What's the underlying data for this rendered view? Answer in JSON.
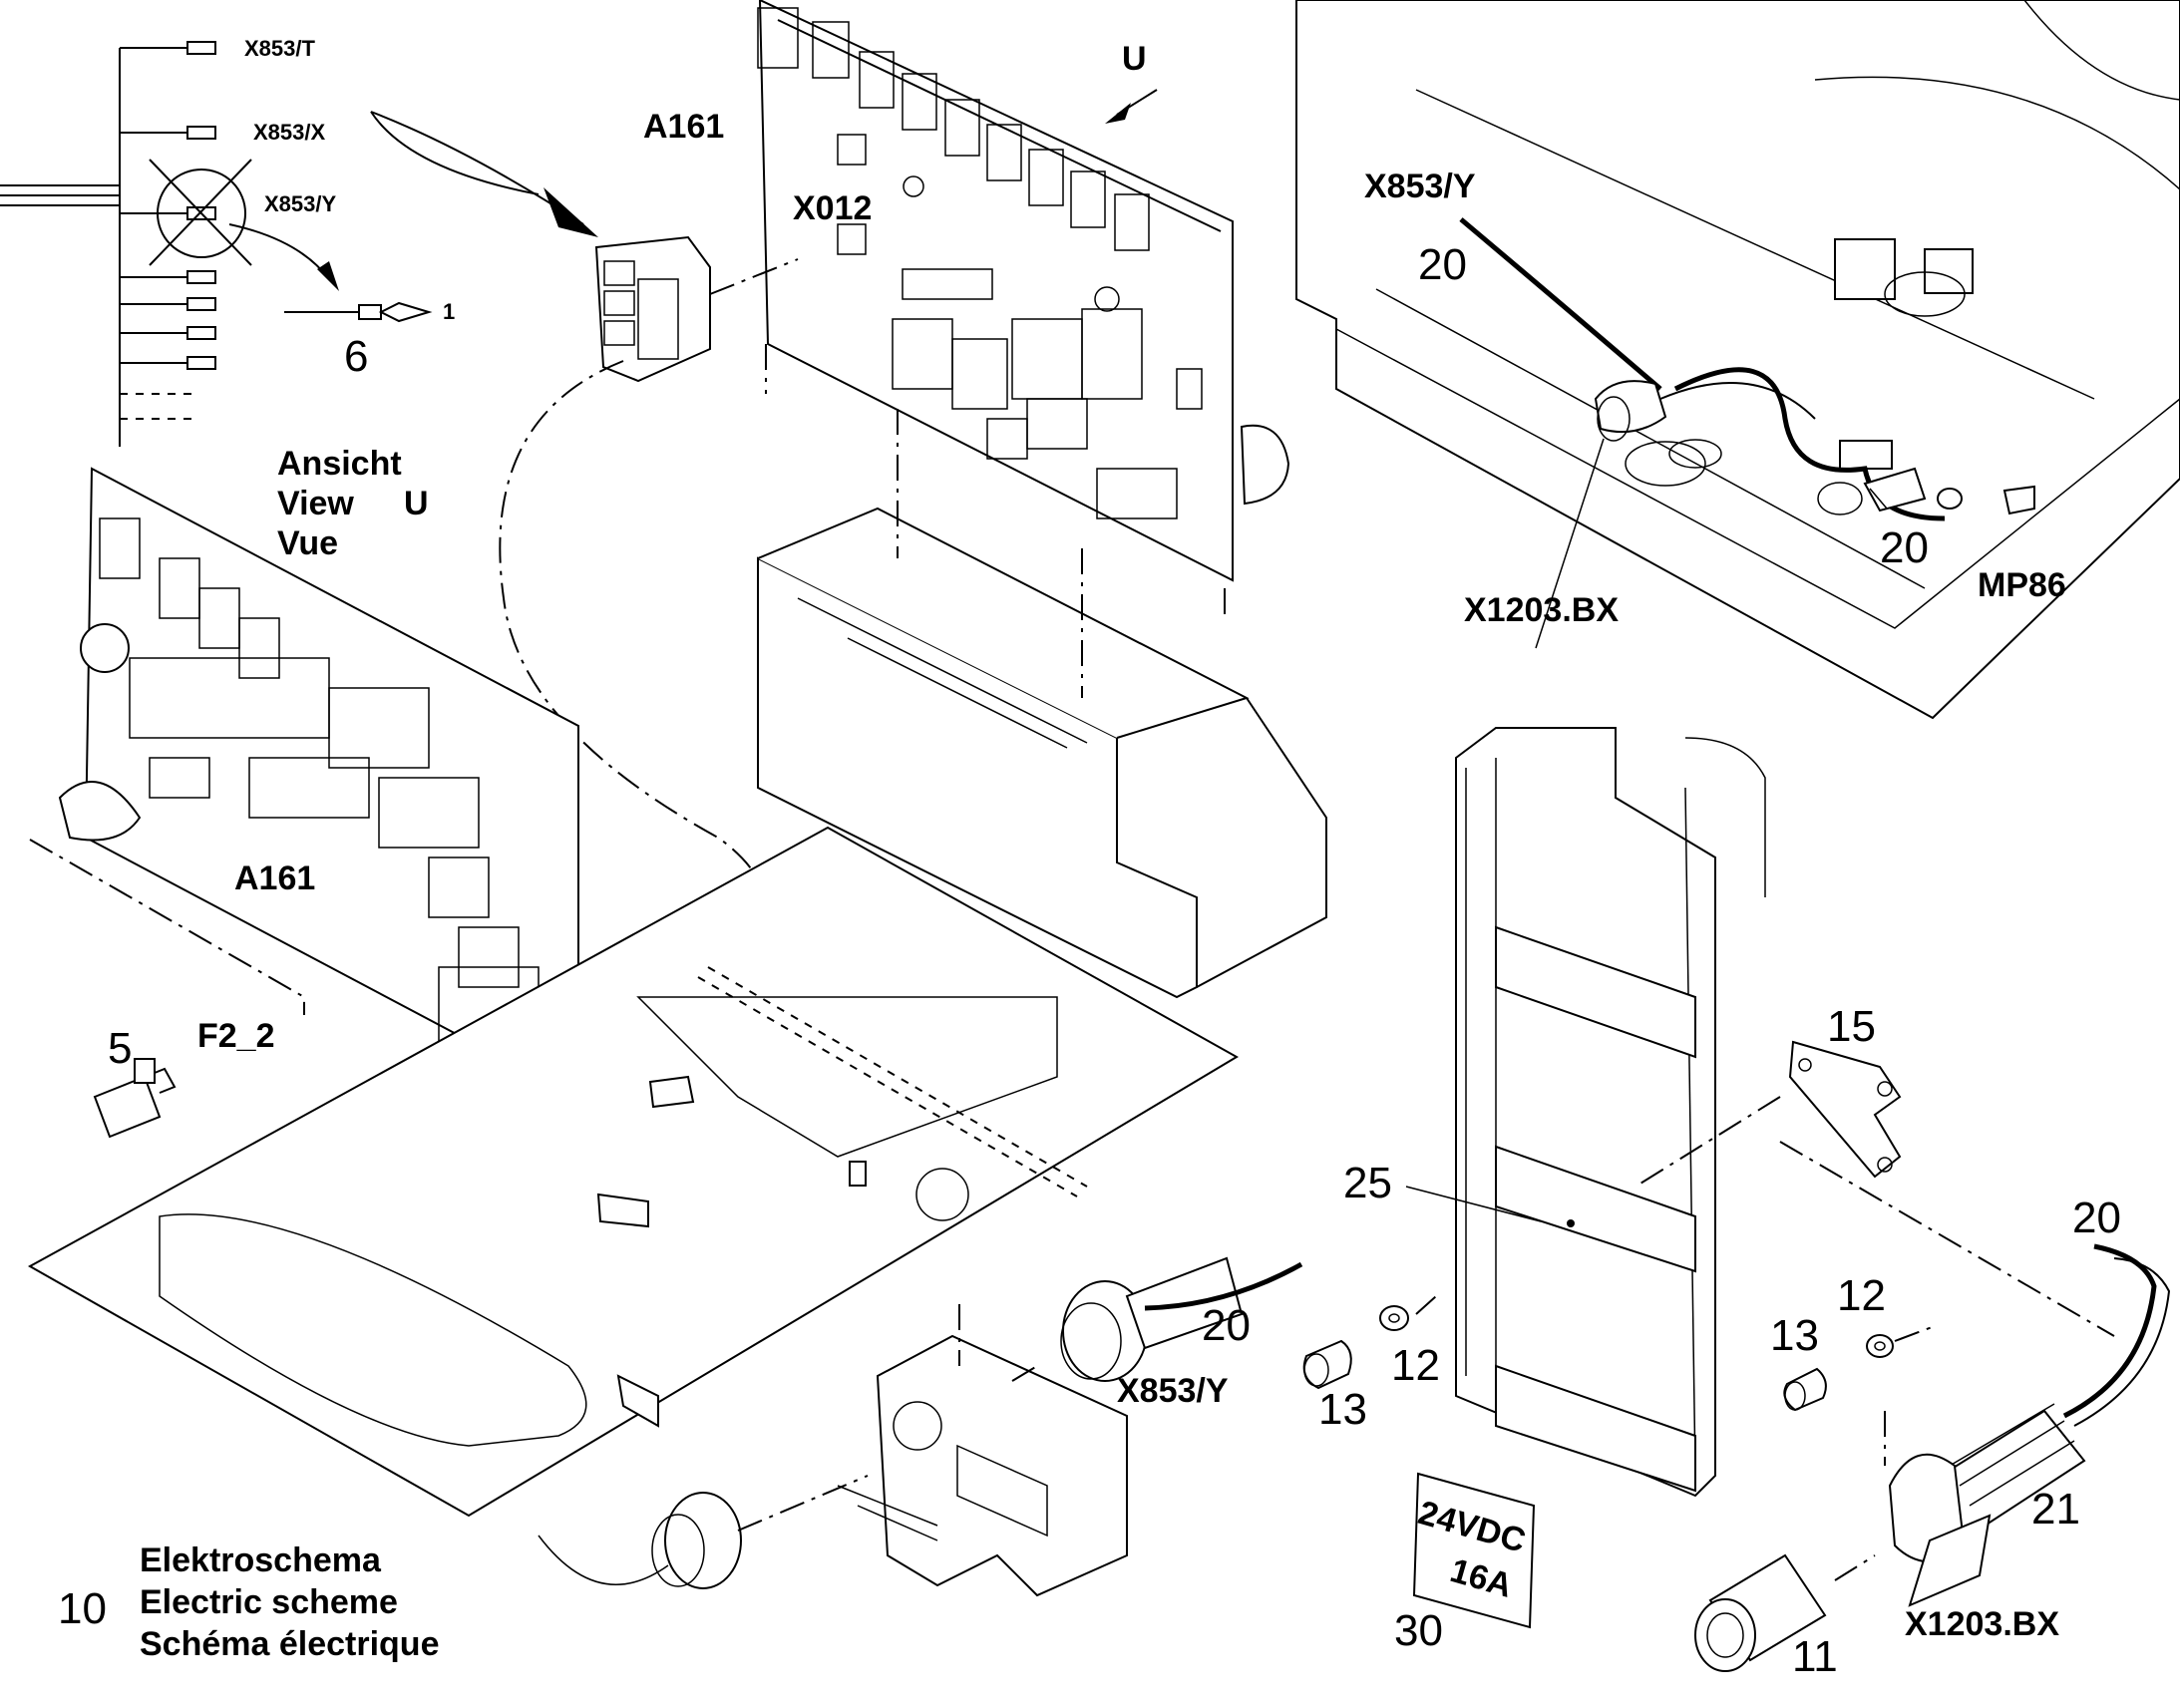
{
  "wiring": {
    "x853_t": "X853/T",
    "x853_x": "X853/X",
    "x853_y": "X853/Y",
    "part_6": "6",
    "pin_1": "1"
  },
  "board_top": {
    "a161": "A161",
    "x012": "X012",
    "arrow_u": "U"
  },
  "view": {
    "line1": "Ansicht",
    "line2": "View",
    "line2_u": "U",
    "line3": "Vue",
    "board": "A161"
  },
  "fuse": {
    "part": "5",
    "code": "F2_2"
  },
  "frame": {
    "cable_label": "X853/Y",
    "part_20_a": "20",
    "part_20_b": "20",
    "socket": "X1203.BX",
    "nut": "MP86"
  },
  "lower": {
    "part_20_c": "20",
    "x853_y": "X853/Y",
    "part_13_a": "13",
    "part_12_a": "12",
    "part_25": "25",
    "part_15": "15",
    "part_20_d": "20",
    "part_13_b": "13",
    "part_12_b": "12",
    "part_21": "21",
    "part_11": "11",
    "socket": "X1203.BX",
    "label_part": "30",
    "plate_line1": "24VDC",
    "plate_line2": "16A"
  },
  "legend": {
    "part": "10",
    "line1": "Elektroschema",
    "line2": "Electric scheme",
    "line3": "Schéma électrique"
  }
}
